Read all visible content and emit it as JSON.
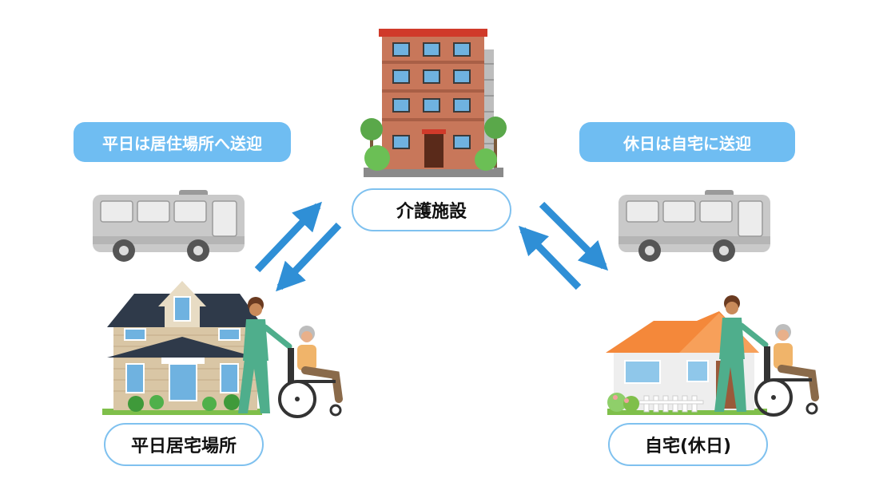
{
  "labels": {
    "facility": "介護施設",
    "weekday_home": "平日居宅場所",
    "holiday_home": "自宅(休日)"
  },
  "notes": {
    "weekday_transport": "平日は居住場所へ送迎",
    "holiday_transport": "休日は自宅に送迎"
  },
  "colors": {
    "arrow": "#2f8fd6",
    "pill_border": "#7fc1ef",
    "tag_bg": "#6fbdf2",
    "building_brick": "#c8775a",
    "roof_red": "#d03a2a",
    "house_roof_orange": "#f4883a",
    "bus_body": "#c9c9c9",
    "nurse_scrubs": "#4fae8c"
  },
  "icons": [
    "facility-building-icon",
    "bus-icon",
    "large-house-icon",
    "small-house-icon",
    "caregiver-wheelchair-icon",
    "bidirectional-arrow-icon"
  ]
}
